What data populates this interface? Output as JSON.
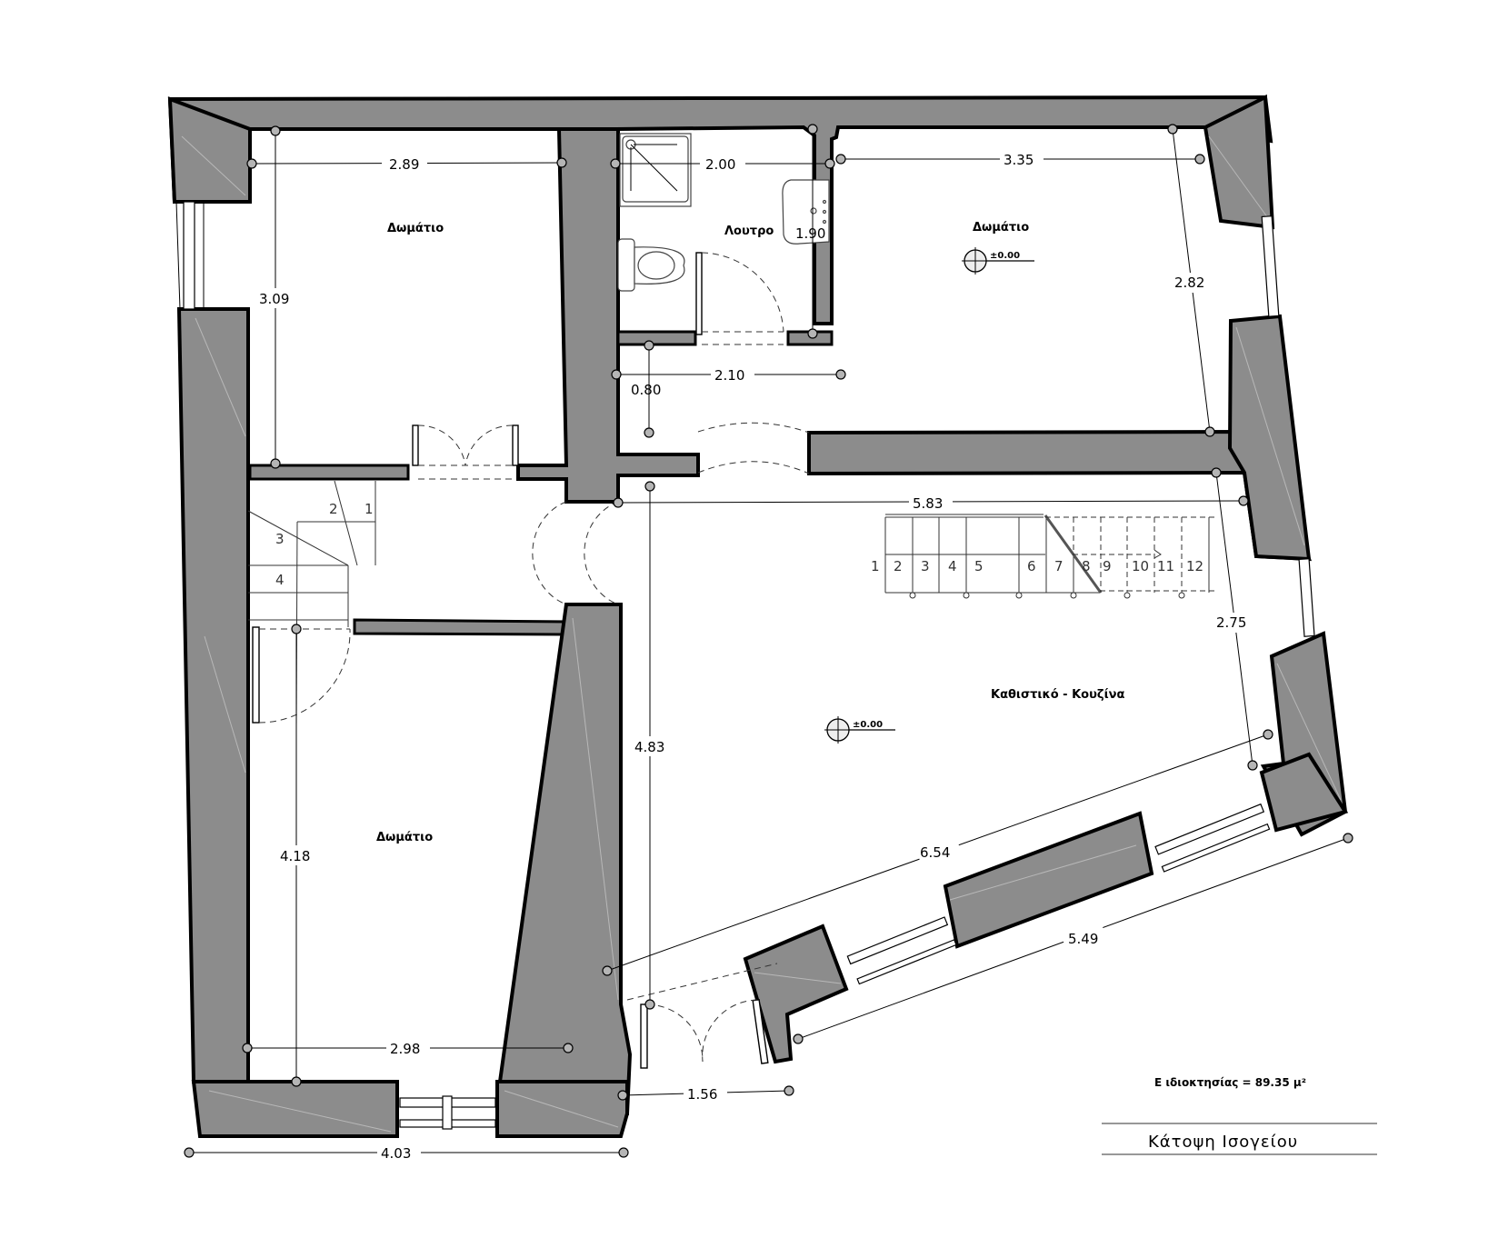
{
  "drawing": {
    "title": "Κάτοψη  Ισογείου",
    "area_label": "Ε ιδιοκτησίας = 89.35 μ²",
    "colors": {
      "wall_fill": "#8c8c8c",
      "wall_stroke": "#000000",
      "background": "#ffffff",
      "dim_node": "#b5b5b5"
    }
  },
  "rooms": [
    {
      "id": "bedroom-top-left",
      "label": "Δωμάτιο"
    },
    {
      "id": "bathroom",
      "label": "Λουτρο"
    },
    {
      "id": "bedroom-top-right",
      "label": "Δωμάτιο",
      "level": "±0.00"
    },
    {
      "id": "living-kitchen",
      "label": "Καθιστικό - Κουζίνα",
      "level": "±0.00"
    },
    {
      "id": "bedroom-bottom-left",
      "label": "Δωμάτιο"
    }
  ],
  "dimensions": {
    "room1_width": "2.89",
    "room1_height": "3.09",
    "bath_width": "2.00",
    "bath_height": "1.90",
    "hall_width": "2.10",
    "hall_depth": "0.80",
    "room3_width": "3.35",
    "room3_height": "2.82",
    "living_width": "5.83",
    "living_height": "4.83",
    "living_right": "2.75",
    "living_diag": "6.54",
    "facade_diag": "5.49",
    "entrance_width": "1.56",
    "room5_height": "4.18",
    "room5_width": "2.98",
    "overall_width": "4.03"
  },
  "stairs": {
    "main_steps": [
      "1",
      "2",
      "3",
      "4",
      "5",
      "6",
      "7",
      "8",
      "9",
      "10",
      "11",
      "12"
    ],
    "small_steps": [
      "1",
      "2",
      "3",
      "4"
    ]
  }
}
